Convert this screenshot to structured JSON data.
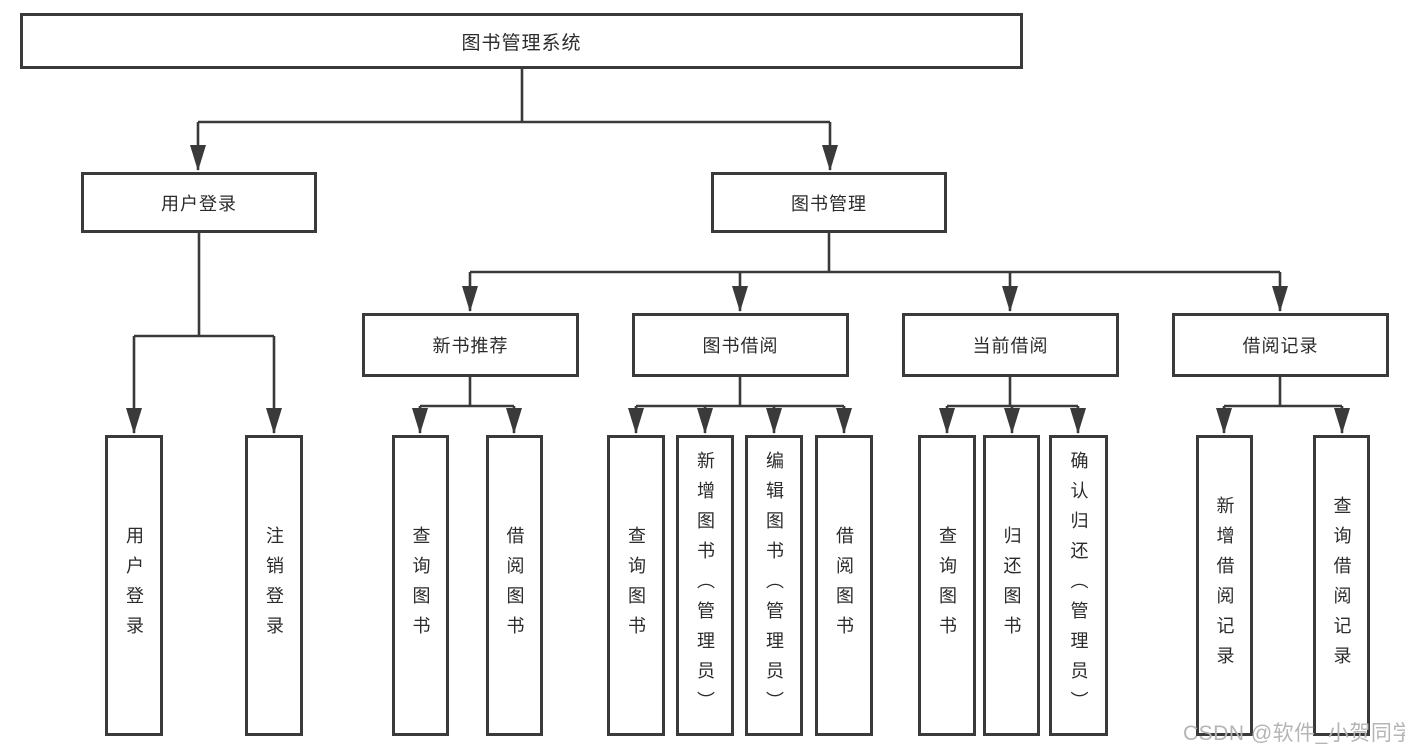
{
  "colors": {
    "line": "#3a3a3a",
    "text": "#2b2b2b",
    "background": "#ffffff",
    "watermark": "#b5b5b5"
  },
  "nodes": {
    "root": "图书管理系统",
    "user_login": "用户登录",
    "book_management": "图书管理",
    "new_book_recommend": "新书推荐",
    "book_borrow": "图书借阅",
    "current_borrow": "当前借阅",
    "borrow_records": "借阅记录",
    "leaf_user_login": "用户登录",
    "leaf_logout": "注销登录",
    "leaf_rec_query_book": "查询图书",
    "leaf_rec_borrow_book": "借阅图书",
    "leaf_bb_query_book": "查询图书",
    "leaf_bb_add_book_admin": "新增图书（管理员）",
    "leaf_bb_edit_book_admin": "编辑图书（管理员）",
    "leaf_bb_borrow_book": "借阅图书",
    "leaf_cb_query_book": "查询图书",
    "leaf_cb_return_book": "归还图书",
    "leaf_cb_confirm_return_admin": "确认归还（管理员）",
    "leaf_br_add_record": "新增借阅记录",
    "leaf_br_query_record": "查询借阅记录"
  },
  "watermark": "CSDN @软件_小贺同学"
}
